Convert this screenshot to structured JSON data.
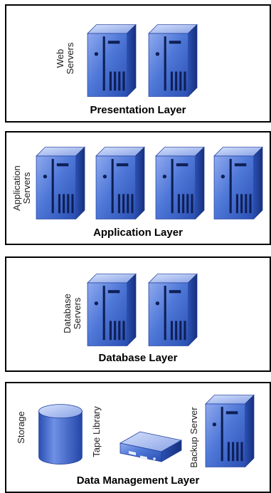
{
  "diagram": {
    "layers": [
      {
        "id": "presentation",
        "title": "Presentation Layer",
        "side_label": [
          "Web",
          "Servers"
        ],
        "server_count": 2,
        "icon": "server-tower-icon"
      },
      {
        "id": "application",
        "title": "Application Layer",
        "side_label": [
          "Application",
          "Servers"
        ],
        "server_count": 4,
        "icon": "server-tower-icon"
      },
      {
        "id": "database",
        "title": "Database Layer",
        "side_label": [
          "Database",
          "Servers"
        ],
        "server_count": 2,
        "icon": "server-tower-icon"
      },
      {
        "id": "data-management",
        "title": "Data Management Layer",
        "components": [
          {
            "label": "Storage",
            "icon": "storage-cylinder-icon"
          },
          {
            "label": "Tape Library",
            "icon": "tape-library-icon"
          },
          {
            "label": "Backup Server",
            "icon": "server-tower-icon"
          }
        ]
      }
    ],
    "colors": {
      "server_front": "#4a73d6",
      "server_side": "#1f3f9a",
      "server_top": "#9cb4ee",
      "border": "#000000"
    }
  }
}
